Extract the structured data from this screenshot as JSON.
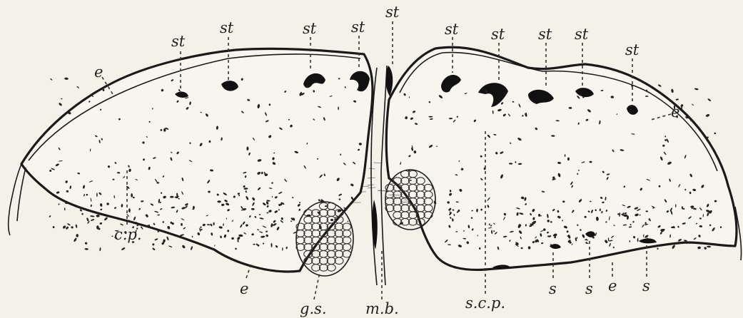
{
  "labels": {
    "st": "st",
    "e": "e",
    "e_prime": "e'",
    "e_lower": "e",
    "e_lower_right": "e",
    "cp": "c.p.",
    "gs": "g.s.",
    "mb": "m.b.",
    "scp": "s.c.p.",
    "s": "s"
  },
  "colors": {
    "background": "#f4f1e8",
    "ink": "#1a1a1a"
  }
}
